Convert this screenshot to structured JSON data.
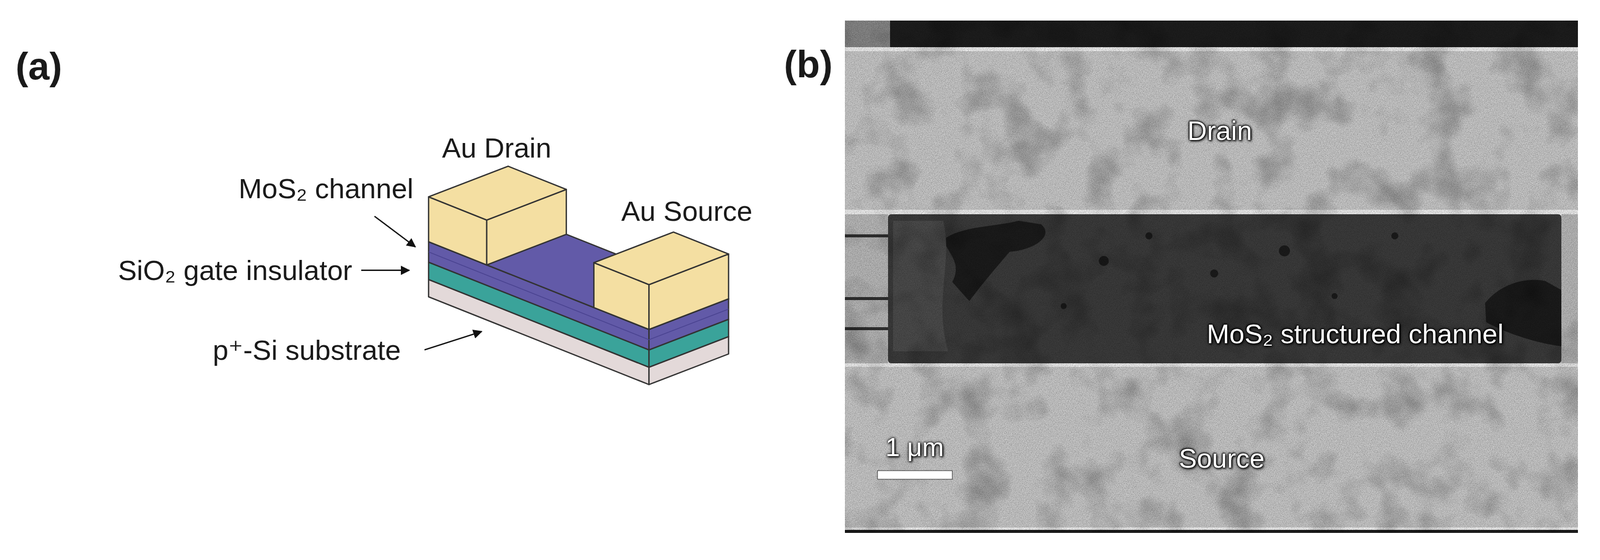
{
  "diagram": {
    "nodes": [
      {
        "text": [
          "Drain"
        ]
      },
      {
        "text": [
          "MoS₂ structured channel"
        ]
      },
      {
        "text": [
          "Source"
        ]
      }
    ],
    "labels": [
      "(a)",
      "Au Drain",
      "MoS₂ channel",
      "SiO₂ gate insulator",
      "p⁺-Si substrate",
      "Au Source",
      "(b)",
      "1 μm"
    ]
  }
}
